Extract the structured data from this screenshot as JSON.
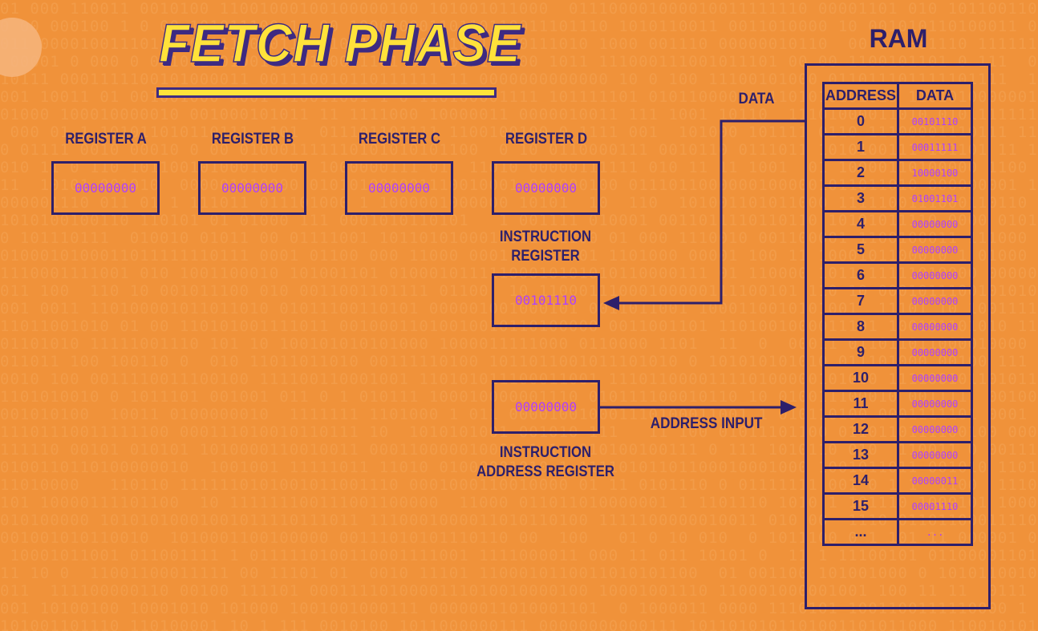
{
  "title": "FETCH PHASE",
  "registers": [
    {
      "label": "REGISTER A",
      "value": "00000000"
    },
    {
      "label": "REGISTER B",
      "value": "00000000"
    },
    {
      "label": "REGISTER C",
      "value": "00000000"
    },
    {
      "label": "REGISTER D",
      "value": "00000000"
    }
  ],
  "instruction_register": {
    "label_line1": "INSTRUCTION",
    "label_line2": "REGISTER",
    "value": "00101110"
  },
  "instruction_address_register": {
    "label_line1": "INSTRUCTION",
    "label_line2": "ADDRESS REGISTER",
    "value": "00000000"
  },
  "connections": {
    "data_label": "DATA",
    "address_label": "ADDRESS INPUT"
  },
  "ram": {
    "title": "RAM",
    "headers": [
      "ADDRESS",
      "DATA"
    ],
    "rows": [
      [
        "0",
        "00101110"
      ],
      [
        "1",
        "00011111"
      ],
      [
        "2",
        "10000100"
      ],
      [
        "3",
        "01001101"
      ],
      [
        "4",
        "00000000"
      ],
      [
        "5",
        "00000000"
      ],
      [
        "6",
        "00000000"
      ],
      [
        "7",
        "00000000"
      ],
      [
        "8",
        "00000000"
      ],
      [
        "9",
        "00000000"
      ],
      [
        "10",
        "00000000"
      ],
      [
        "11",
        "00000000"
      ],
      [
        "12",
        "00000000"
      ],
      [
        "13",
        "00000000"
      ],
      [
        "14",
        "00000011"
      ],
      [
        "15",
        "00001110"
      ],
      [
        "...",
        "..."
      ]
    ]
  },
  "colors": {
    "background": "#f0923a",
    "ink": "#2d1f6b",
    "value": "#b040ff",
    "title": "#ffe23a"
  }
}
